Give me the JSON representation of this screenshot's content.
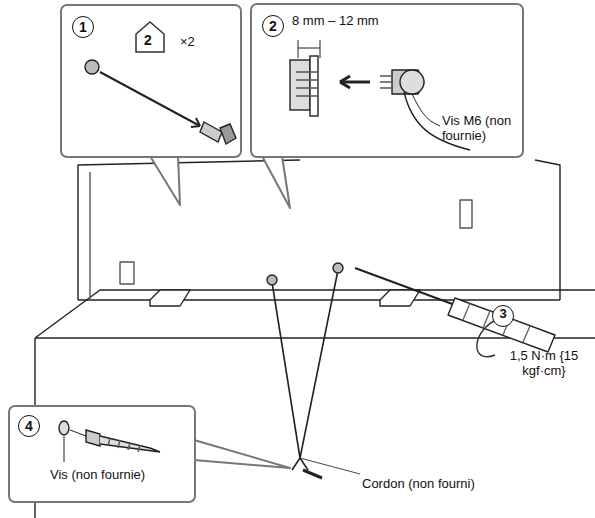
{
  "diagram": {
    "nodes": [
      {
        "text": [
          "1",
          "×2"
        ]
      },
      {
        "text": [
          "2"
        ],
        "in": 0
      },
      {
        "text": [
          "2",
          "8 mm – 12 mm",
          "Vis M6 (non fournie)"
        ]
      },
      {
        "text": [
          "4",
          "Vis (non fournie)"
        ]
      }
    ],
    "edges": [],
    "labels": [
      "3",
      "1,5 N·m {15 kgf·cm}",
      "Cordon (non fourni)"
    ]
  }
}
